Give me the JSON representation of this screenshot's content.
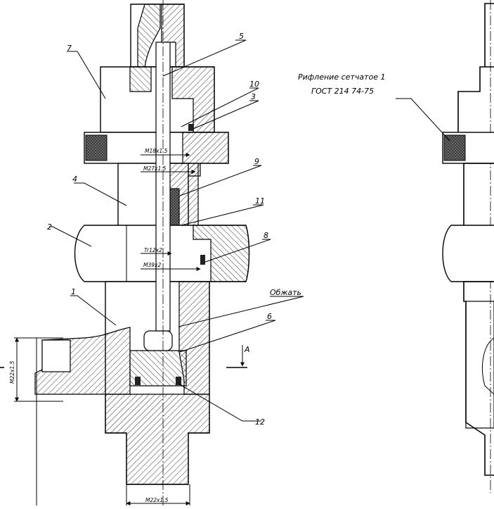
{
  "callouts": {
    "p1": "1",
    "p2": "2",
    "p3": "3",
    "p4": "4",
    "p5": "5",
    "p6": "6",
    "p7": "7",
    "p8": "8",
    "p9": "9",
    "p10": "10",
    "p11": "11",
    "p12": "12",
    "crimp": "Обжать",
    "view": "A"
  },
  "dimensions": {
    "m18": "M18x1.5",
    "m27": "M27x1.5",
    "tr12": "Tr12x2",
    "m39": "M39x2",
    "m22_side": "M22x1.5",
    "m22_bottom": "M22x1.5"
  },
  "note": {
    "line1": "Рифление сетчатое 1",
    "line2": "ГОСТ 214 74-75"
  }
}
